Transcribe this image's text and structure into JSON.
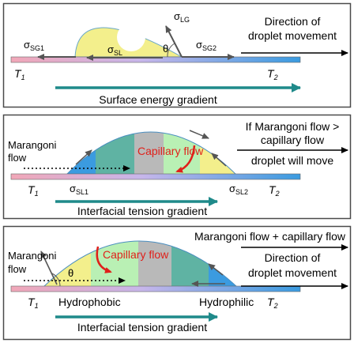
{
  "panel1": {
    "sigma_sg1": {
      "sym": "σ",
      "sub": "SG1"
    },
    "sigma_lg": {
      "sym": "σ",
      "sub": "LG"
    },
    "sigma_sl": {
      "sym": "σ",
      "sub": "SL"
    },
    "theta": "θ",
    "sigma_sg2": {
      "sym": "σ",
      "sub": "SG2"
    },
    "direction_line1": "Direction of",
    "direction_line2": "droplet movement",
    "t1": {
      "sym": "T",
      "sub": "1"
    },
    "t2": {
      "sym": "T",
      "sub": "2"
    },
    "gradient_label": "Surface energy gradient"
  },
  "panel2": {
    "marangoni_line1": "Marangoni",
    "marangoni_line2": "flow",
    "capillary_flow": "Capillary flow",
    "condition_line1": "If Marangoni flow >",
    "condition_line2": "capillary flow",
    "condition_line3": "droplet will move",
    "t1": {
      "sym": "T",
      "sub": "1"
    },
    "sigma_sl1": {
      "sym": "σ",
      "sub": "SL1"
    },
    "sigma_sl2": {
      "sym": "σ",
      "sub": "SL2"
    },
    "t2": {
      "sym": "T",
      "sub": "2"
    },
    "gradient_label": "Interfacial tension gradient"
  },
  "panel3": {
    "sum_label": "Marangoni flow + capillary flow",
    "direction_line1": "Direction of",
    "direction_line2": "droplet movement",
    "marangoni_line1": "Marangoni",
    "marangoni_line2": "flow",
    "capillary_flow": "Capillary flow",
    "theta": "θ",
    "t1": {
      "sym": "T",
      "sub": "1"
    },
    "hydrophobic": "Hydrophobic",
    "hydrophilic": "Hydrophilic",
    "t2": {
      "sym": "T",
      "sub": "2"
    },
    "gradient_label": "Interfacial tension gradient"
  },
  "colors": {
    "panel_border": "#4a4a4a",
    "teal_arrow": "#1f8a8a",
    "red_capillary": "#e0201a",
    "blue_arrow": "#2f6f9f",
    "substrate_start": "#f1a7b8",
    "substrate_end": "#3a9be0",
    "droplet_yellow": "#f3ef8c",
    "droplet_teal": "#5fb3a3",
    "droplet_grey": "#b9b9b9",
    "droplet_green": "#b9f0b4",
    "droplet_blue": "#3b9be0"
  }
}
